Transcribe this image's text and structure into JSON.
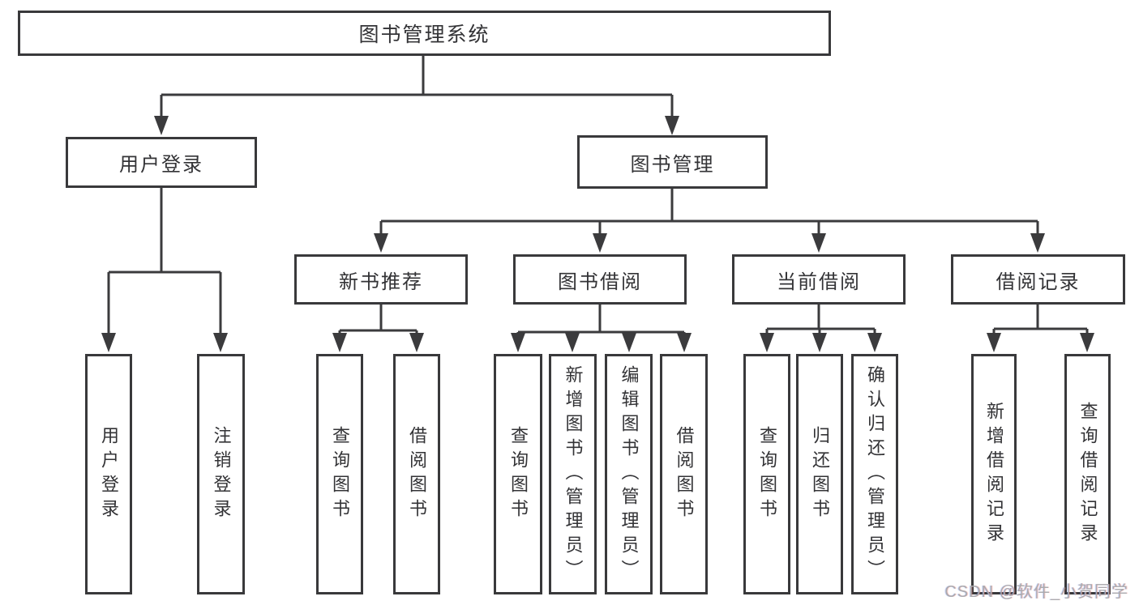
{
  "title": {
    "label": "图书管理系统"
  },
  "level2": [
    {
      "label": "用户登录"
    },
    {
      "label": "图书管理"
    }
  ],
  "level3": [
    {
      "label": "新书推荐"
    },
    {
      "label": "图书借阅"
    },
    {
      "label": "当前借阅"
    },
    {
      "label": "借阅记录"
    }
  ],
  "leaves": [
    {
      "label": "用户登录"
    },
    {
      "label": "注销登录"
    },
    {
      "label": "查询图书"
    },
    {
      "label": "借阅图书"
    },
    {
      "label": "查询图书"
    },
    {
      "label": "新增图书（管理员）"
    },
    {
      "label": "编辑图书（管理员）"
    },
    {
      "label": "借阅图书"
    },
    {
      "label": "查询图书"
    },
    {
      "label": "归还图书"
    },
    {
      "label": "确认归还（管理员）"
    },
    {
      "label": "新增借阅记录"
    },
    {
      "label": "查询借阅记录"
    }
  ],
  "watermark": {
    "text": "CSDN @软件_小贺同学"
  },
  "colors": {
    "line": "#3b3b3d",
    "border": "#39393b",
    "text": "#333336",
    "watermark": "#ababae",
    "background": "#ffffff"
  }
}
